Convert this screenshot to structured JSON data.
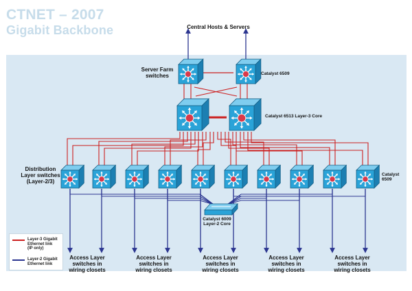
{
  "title": {
    "line1": "CTNET – 2007",
    "line2": "Gigabit Backbone"
  },
  "labels": {
    "central_hosts": "Central Hosts & Servers",
    "server_farm": "Server Farm\nswitches",
    "catalyst_6509_top": "Catalyst 6509",
    "catalyst_6513": "Catalyst 6513 Layer-3 Core",
    "distribution": "Distribution\nLayer switches\n(Layer-2/3)",
    "catalyst_6509_right": "Catalyst\n6509",
    "catalyst_6009": "Catalyst 6009\nLayer-2 Core",
    "access": "Access Layer\nswitches in\nwiring closets"
  },
  "legend": {
    "layer3": "Layer-3 Gigabit\nEthernet link\n(IP only)",
    "layer2": "Layer-2 Gigabit\nEthernet link"
  },
  "colors": {
    "layer3_link": "#cc1f1f",
    "layer2_link": "#2b3590",
    "switch_face": "#2aa3d8",
    "switch_center": "#d9394a",
    "panel": "#d9e8f3",
    "title": "#c6dcea"
  },
  "icons": {
    "switch": "multilayer-switch-icon",
    "l2core": "layer2-switch-icon"
  }
}
